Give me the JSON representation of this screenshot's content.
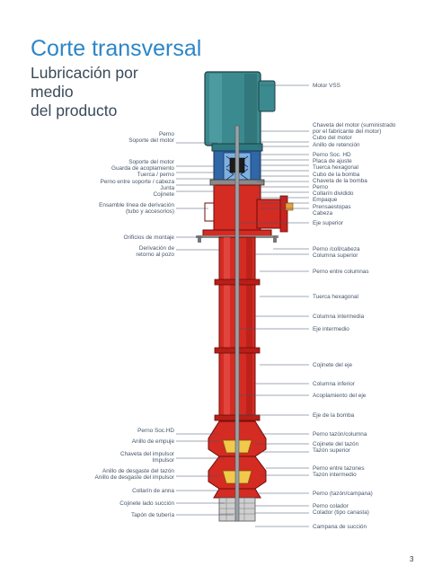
{
  "header": {
    "title": "Corte transversal",
    "subtitle_line1": "Lubricación por medio",
    "subtitle_line2": "del producto"
  },
  "page_number": "3",
  "labels_left": [
    "Perno",
    "Soporte del motor",
    "Soporte del motor",
    "Guarda de acoplamiento",
    "Tuerca / perno",
    "Perno entre soporte / cabeza",
    "Junta",
    "Cojinete",
    "Ensamble línea de derivación",
    "(tubo y accesorios)",
    "Orificios de montaje",
    "Derivación de",
    "retorno al pozo",
    "Perno Soc.HD",
    "Anillo de empuje",
    "Chaveta del impulsor",
    "Impulsor",
    "Anillo de desgaste del tazón",
    "Anillo de desgaste del impulsor",
    "Collarín de anna",
    "Cojinete lado succión",
    "Tapón de tubería"
  ],
  "labels_right": [
    "Motor VSS",
    "Chaveta del motor (suministrado",
    "por el fabricante del motor)",
    "Cubo del motor",
    "Anillo de retención",
    "Perno Soc. HD",
    "Placa de ajuste",
    "Tuerca hexagonal",
    "Cubo de la bomba",
    "Chaveta de la bomba",
    "Perno",
    "Collarín dividido",
    "Empaque",
    "Prensaestopas",
    "Cabeza",
    "Eje superior",
    "Perno /coll/cabeza",
    "Columna superior",
    "Perno entre columnas",
    "Tuerca hexagonal",
    "Columna intermedia",
    "Eje intermedio",
    "Cojinete del eje",
    "Columna inferior",
    "Acoplamiento del eje",
    "Eje de la bomba",
    "Perno tazón/columna",
    "Cojinete del tazón",
    "Tazón superior",
    "Perno entre tazones",
    "Tazón intermedio",
    "Perno (tazón/campana)",
    "Perno colador",
    "Colador (tipo canasta)",
    "Campana de succión"
  ]
}
